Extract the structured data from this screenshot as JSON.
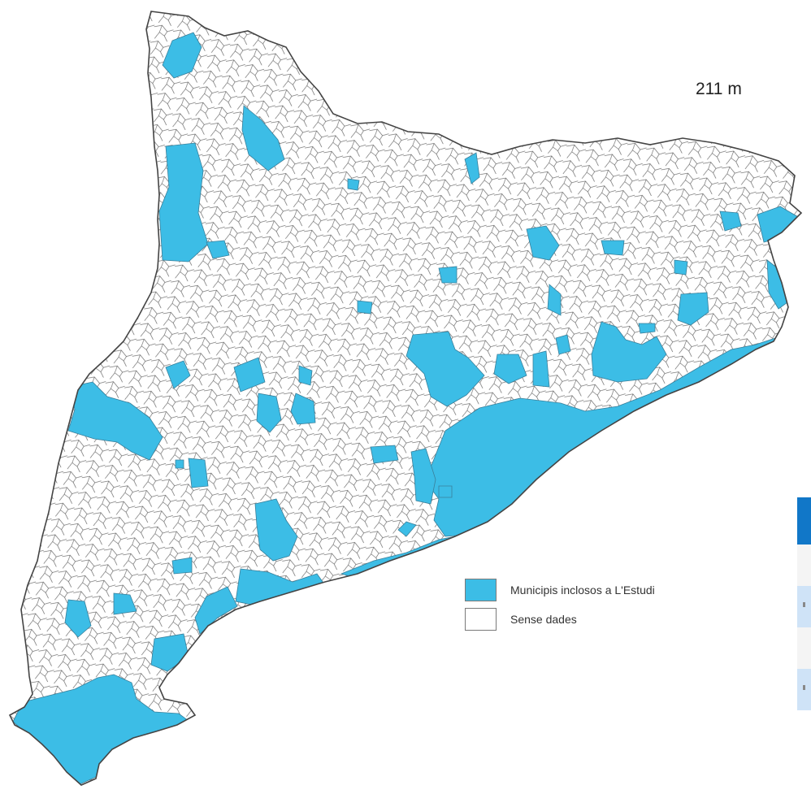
{
  "headline": "211 m",
  "colors": {
    "included": "#3cbde6",
    "no_data": "#ffffff",
    "border": "#5a5a5a",
    "table_header": "#1177c8",
    "table_row_light": "#f4f4f4",
    "table_row_blue": "#cfe3f7"
  },
  "legend": {
    "items": [
      {
        "label": "Municipis inclosos a L'Estudi",
        "color": "#3cbde6"
      },
      {
        "label": "Sense dades",
        "color": "#ffffff"
      }
    ]
  }
}
